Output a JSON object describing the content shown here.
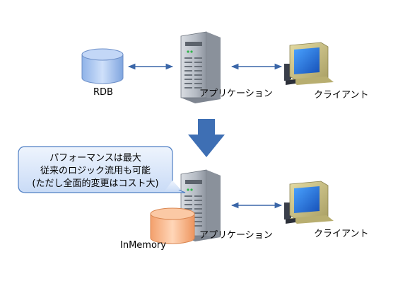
{
  "top": {
    "db_label": "RDB",
    "server_label": "アプリケーション",
    "client_label": "クライアント"
  },
  "bottom": {
    "db_label": "InMemory",
    "server_label": "アプリケーション",
    "client_label": "クライアント"
  },
  "callout": {
    "lines": [
      "パフォーマンスは最大",
      "従来のロジック流用も可能",
      "(ただし全面的変更はコスト大)"
    ]
  },
  "colors": {
    "rdb_fill": "#a9c6f2",
    "inmemory_fill": "#f9b98a",
    "down_arrow": "#3e6fb4",
    "callout_fill": "#dbe8fb",
    "callout_stroke": "#4f7fc4",
    "connector": "#3a66a8",
    "server_body": "#b9bec6",
    "monitor_body": "#d1c98d"
  }
}
